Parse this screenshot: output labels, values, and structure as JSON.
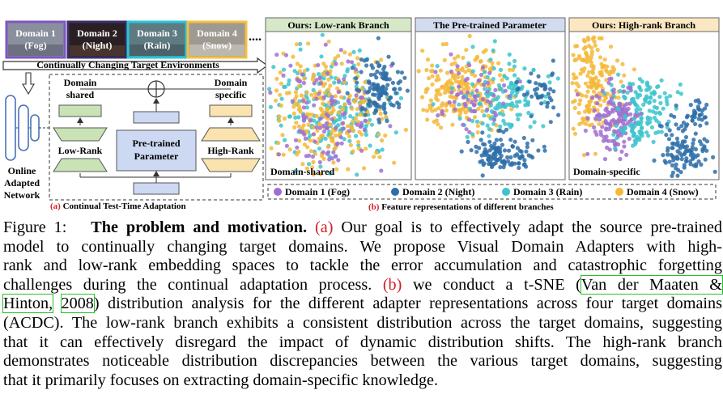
{
  "figure": {
    "domains": [
      {
        "name": "Domain 1",
        "cond": "(Fog)",
        "bg": "#8a8f9e",
        "border": "#7e57c2"
      },
      {
        "name": "Domain 2",
        "cond": "(Night)",
        "bg": "#2a1f23",
        "border": "#3b2f6a"
      },
      {
        "name": "Domain 3",
        "cond": "(Rain)",
        "bg": "#5f7b82",
        "border": "#26c6da"
      },
      {
        "name": "Domain 4",
        "cond": "(Snow)",
        "bg": "#9e9a92",
        "border": "#f6c040"
      }
    ],
    "ellipsis": "....",
    "env_label": "Continually Changing Target Environments",
    "left_diagram": {
      "domain_shared": [
        "Domain",
        "shared"
      ],
      "domain_specific": [
        "Domain",
        "specific"
      ],
      "low_rank": "Low-Rank",
      "high_rank": "High-Rank",
      "pretrained": [
        "Pre-trained",
        "Parameter"
      ],
      "network": [
        "Online",
        "Adapted",
        "Network"
      ],
      "caption_letter": "(a)",
      "caption_text": "Continual Test-Time Adaptation"
    },
    "panels": [
      {
        "title": "Ours: Low-rank Branch",
        "bg": "#d6e8c8",
        "corner": "Domain-shared"
      },
      {
        "title": "The Pre-trained Parameter",
        "bg": "#d3dcef",
        "corner": ""
      },
      {
        "title": "Ours: High-rank Branch",
        "bg": "#fbe8c2",
        "corner": "Domain-specific"
      }
    ],
    "legend": [
      {
        "label": "Domain 1 (Fog)",
        "color": "#a070d0"
      },
      {
        "label": "Domain 2 (Night)",
        "color": "#2e6ea8"
      },
      {
        "label": "Domain 3 (Rain)",
        "color": "#3cc4cc"
      },
      {
        "label": "Domain 4 (Snow)",
        "color": "#f5b93a"
      }
    ],
    "right_caption_letter": "(b)",
    "right_caption_text": "Feature representations of different branches",
    "colors": {
      "green_box": "#c9e3b6",
      "blue_box": "#cdd9f2",
      "yellow_box": "#fbe3b0",
      "stroke": "#333333"
    }
  },
  "caption": {
    "l1a": "Figure 1:",
    "l1b": "The problem and motivation.",
    "l1c": "(a)",
    "l1d": "Our goal is to effectively adapt the source pre-trained",
    "l2": "model to continually changing target domains. We propose Visual Domain Adapters with high-",
    "l3": "rank and low-rank embedding spaces to tackle the error accumulation and catastrophic forgetting",
    "l4a": "challenges during the continual adaptation process.",
    "l4b": "(b)",
    "l4c": "we conduct a t-SNE (",
    "l4d": "Van der Maaten &",
    "l5a": "Hinton,",
    "l5b": "2008",
    "l5c": ") distribution analysis for the different adapter representations across four target domains",
    "l6": "(ACDC). The low-rank branch exhibits a consistent distribution across the target domains, suggesting",
    "l7": "that it can effectively disregard the impact of dynamic distribution shifts. The high-rank branch",
    "l8": "demonstrates noticeable distribution discrepancies between the various target domains, suggesting",
    "l9": "that it primarily focuses on extracting domain-specific knowledge."
  }
}
